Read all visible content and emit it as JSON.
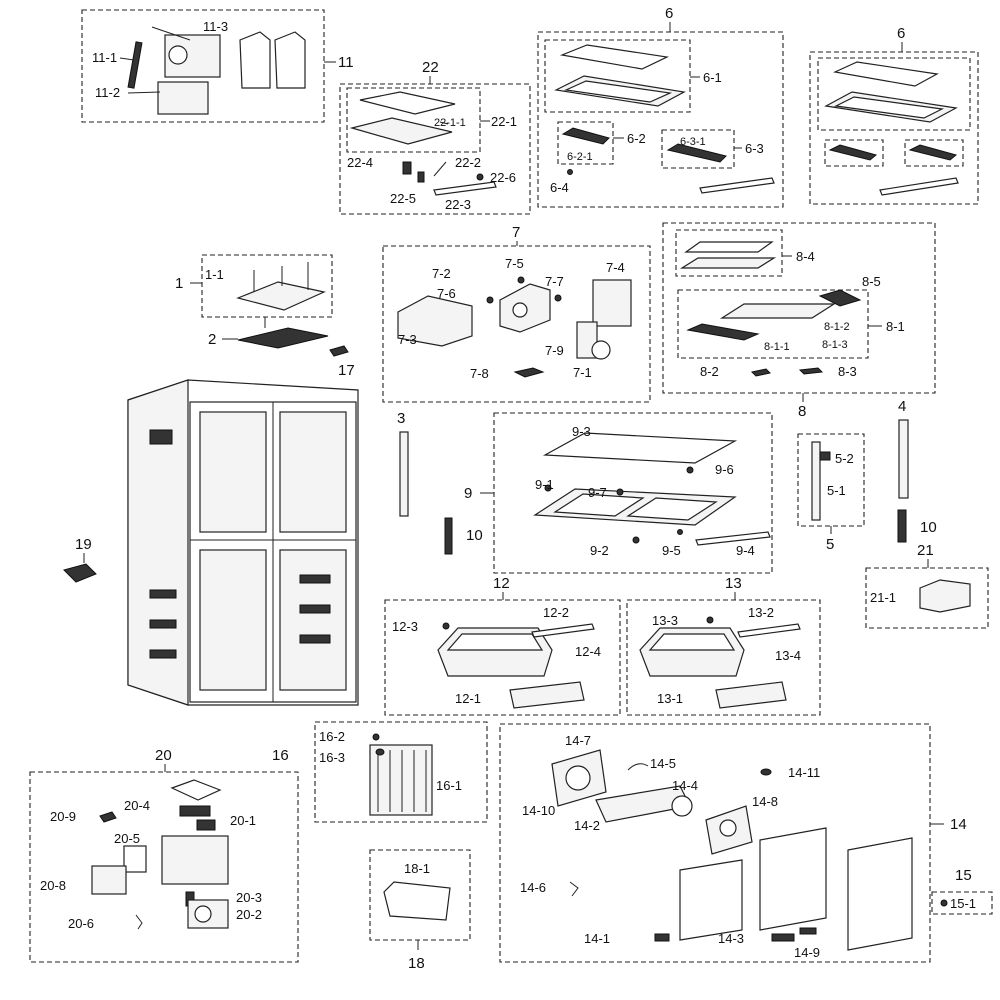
{
  "labels": {
    "p11": "11",
    "p11_1": "11-1",
    "p11_2": "11-2",
    "p11_3": "11-3",
    "p22": "22",
    "p22_1": "22-1",
    "p22_1_1": "22-1-1",
    "p22_2": "22-2",
    "p22_3": "22-3",
    "p22_4": "22-4",
    "p22_5": "22-5",
    "p22_6": "22-6",
    "p6a": "6",
    "p6b": "6",
    "p6_1": "6-1",
    "p6_2": "6-2",
    "p6_2_1": "6-2-1",
    "p6_3": "6-3",
    "p6_3_1": "6-3-1",
    "p6_4": "6-4",
    "p1": "1",
    "p1_1": "1-1",
    "p2": "2",
    "p17": "17",
    "p7": "7",
    "p7_1": "7-1",
    "p7_2": "7-2",
    "p7_3": "7-3",
    "p7_4": "7-4",
    "p7_5": "7-5",
    "p7_6": "7-6",
    "p7_7": "7-7",
    "p7_8": "7-8",
    "p7_9": "7-9",
    "p8": "8",
    "p8_1": "8-1",
    "p8_1_1": "8-1-1",
    "p8_1_2": "8-1-2",
    "p8_1_3": "8-1-3",
    "p8_2": "8-2",
    "p8_3": "8-3",
    "p8_4": "8-4",
    "p8_5": "8-5",
    "p3": "3",
    "p4": "4",
    "p5": "5",
    "p5_1": "5-1",
    "p5_2": "5-2",
    "p10a": "10",
    "p10b": "10",
    "p9": "9",
    "p9_1": "9-1",
    "p9_2": "9-2",
    "p9_3": "9-3",
    "p9_4": "9-4",
    "p9_5": "9-5",
    "p9_6": "9-6",
    "p9_7": "9-7",
    "p19": "19",
    "p21": "21",
    "p21_1": "21-1",
    "p12": "12",
    "p12_1": "12-1",
    "p12_2": "12-2",
    "p12_3": "12-3",
    "p12_4": "12-4",
    "p13": "13",
    "p13_1": "13-1",
    "p13_2": "13-2",
    "p13_3": "13-3",
    "p13_4": "13-4",
    "p16": "16",
    "p16_1": "16-1",
    "p16_2": "16-2",
    "p16_3": "16-3",
    "p20": "20",
    "p20_1": "20-1",
    "p20_2": "20-2",
    "p20_3": "20-3",
    "p20_4": "20-4",
    "p20_5": "20-5",
    "p20_6": "20-6",
    "p20_8": "20-8",
    "p20_9": "20-9",
    "p18": "18",
    "p18_1": "18-1",
    "p14": "14",
    "p14_1": "14-1",
    "p14_2": "14-2",
    "p14_3": "14-3",
    "p14_4": "14-4",
    "p14_5": "14-5",
    "p14_6": "14-6",
    "p14_7": "14-7",
    "p14_8": "14-8",
    "p14_9": "14-9",
    "p14_10": "14-10",
    "p14_11": "14-11",
    "p15": "15",
    "p15_1": "15-1"
  }
}
